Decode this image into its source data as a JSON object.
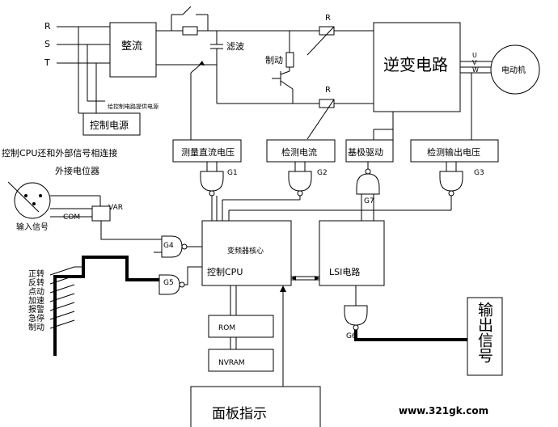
{
  "phases": [
    "R",
    "S",
    "T"
  ],
  "blocks": {
    "rectifier": "整流",
    "filter": "滤波",
    "inverter": "逆变电路",
    "motor": "电动机",
    "brake": "制动",
    "control_power": "控制电源",
    "control_power_note": "给控制电路提供电源",
    "measure_dc_voltage": "测量直流电压",
    "detect_current": "检测电流",
    "base_drive": "基极驱动",
    "detect_output_voltage": "检测输出电压",
    "cpu_title": "变频器核心",
    "cpu": "控制CPU",
    "lsi": "LSI电路",
    "rom": "ROM",
    "nvram": "NVRAM",
    "panel": "面板指示",
    "output_signal": "输出信号"
  },
  "resistor_label": "R",
  "uvw": [
    "U",
    "V",
    "W"
  ],
  "gates": [
    "G1",
    "G2",
    "G3",
    "G4",
    "G5",
    "G6",
    "G7"
  ],
  "external": {
    "cpu_note": "控制CPU还和外部信号相连接",
    "potentiometer": "外接电位器",
    "input_signal": "输入信号",
    "var": "VAR",
    "com": "COM"
  },
  "switch_labels": [
    "正转",
    "反转",
    "点动",
    "加速",
    "报警",
    "急停",
    "制动"
  ],
  "watermark": "www.321gk.com"
}
